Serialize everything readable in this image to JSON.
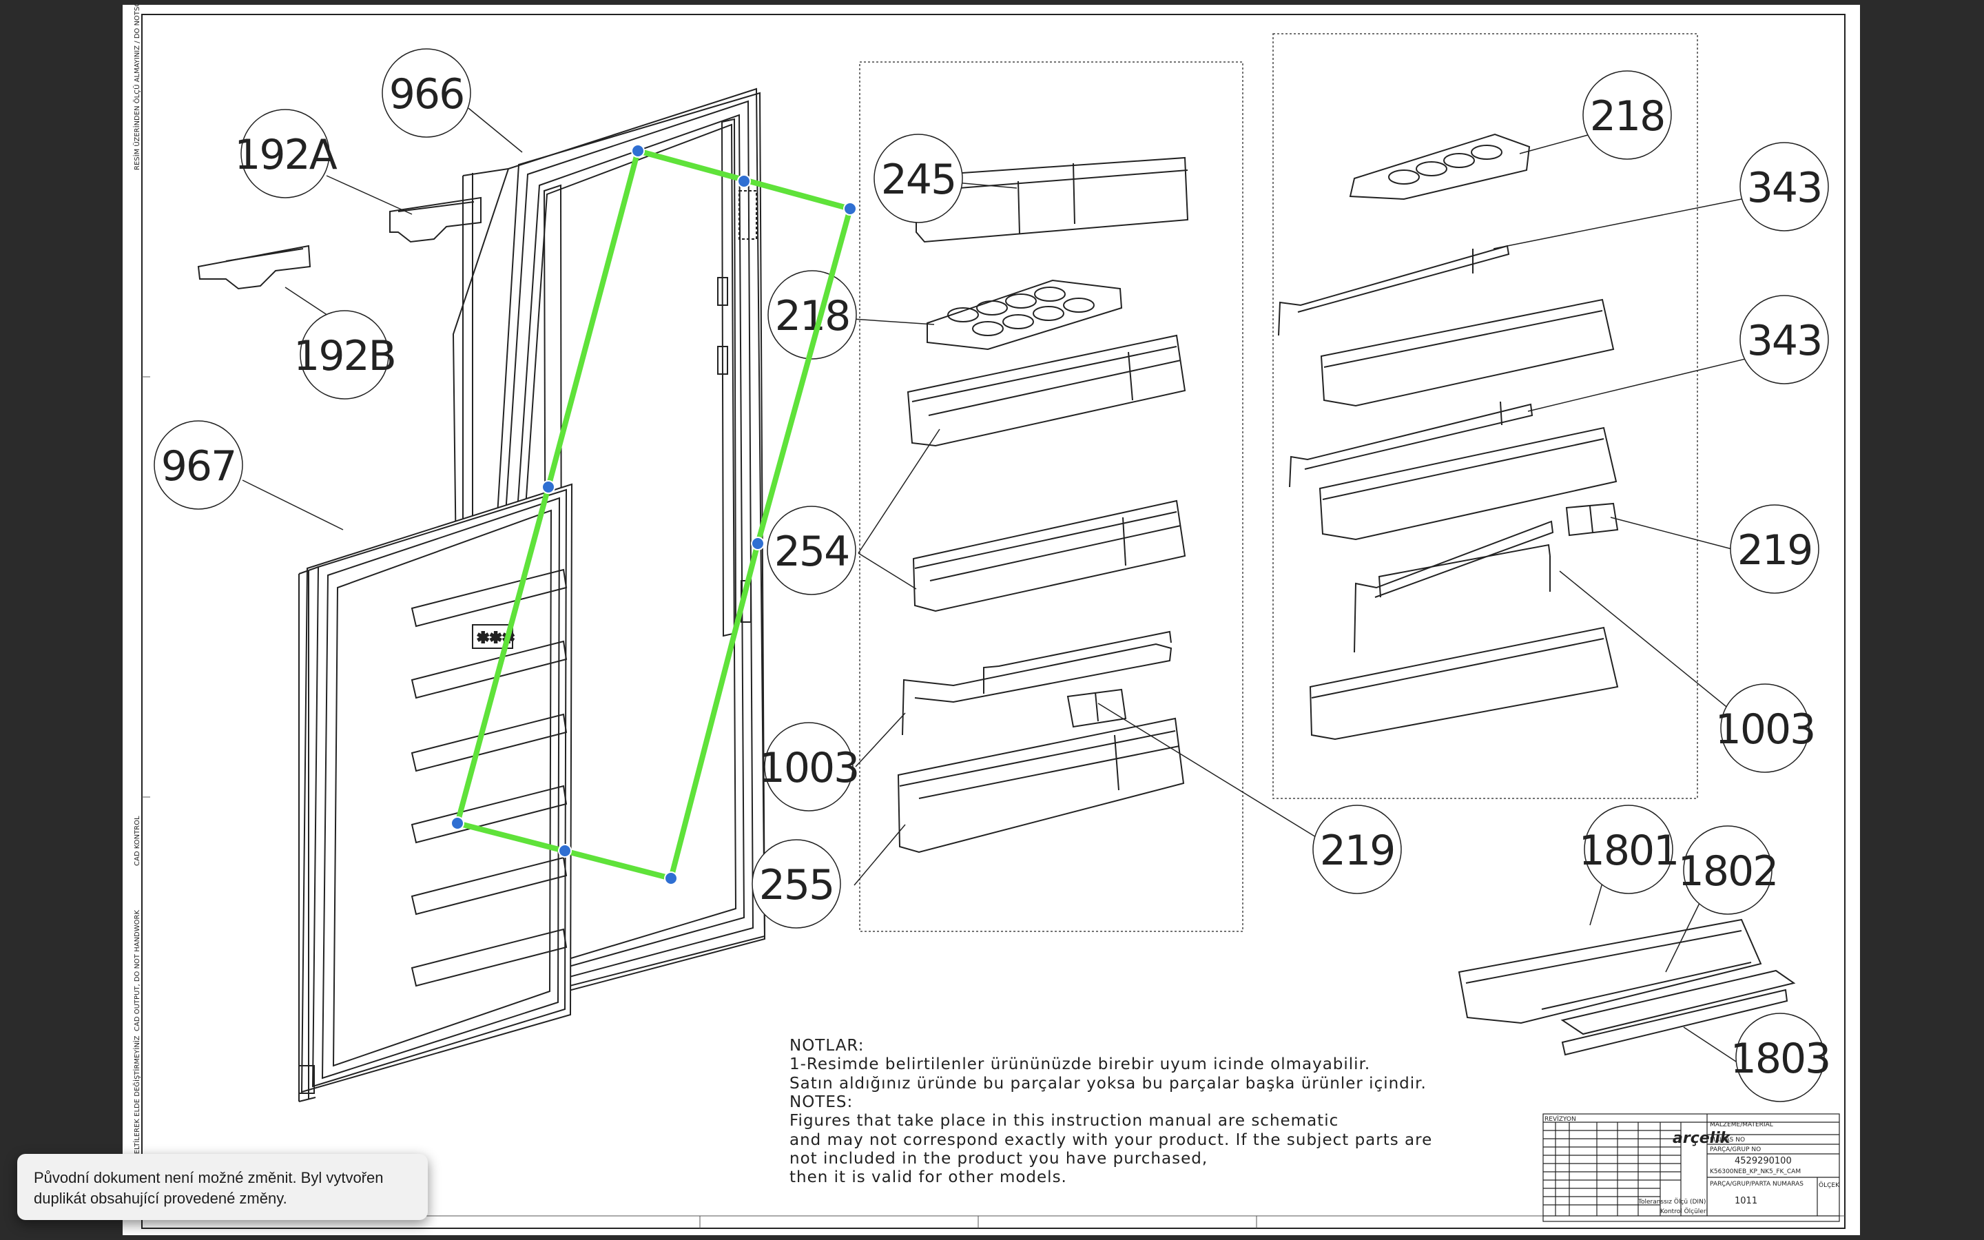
{
  "drawing": {
    "callouts": [
      {
        "id": "c966",
        "text": "966"
      },
      {
        "id": "c192a",
        "text": "192A"
      },
      {
        "id": "c192b",
        "text": "192B"
      },
      {
        "id": "c967",
        "text": "967"
      },
      {
        "id": "c245",
        "text": "245"
      },
      {
        "id": "c218a",
        "text": "218"
      },
      {
        "id": "c254",
        "text": "254"
      },
      {
        "id": "c1003a",
        "text": "1003"
      },
      {
        "id": "c255",
        "text": "255"
      },
      {
        "id": "c219a",
        "text": "219"
      },
      {
        "id": "c218b",
        "text": "218"
      },
      {
        "id": "c343a",
        "text": "343"
      },
      {
        "id": "c343b",
        "text": "343"
      },
      {
        "id": "c219b",
        "text": "219"
      },
      {
        "id": "c1003b",
        "text": "1003"
      },
      {
        "id": "c1801",
        "text": "1801"
      },
      {
        "id": "c1802",
        "text": "1802"
      },
      {
        "id": "c1803",
        "text": "1803"
      }
    ],
    "notes": [
      "NOTLAR:",
      "1-Resimde belirtilenler ürününüzde birebir  uyum icinde olmayabilir.",
      "Satın aldığınız üründe bu parçalar yoksa bu parçalar başka ürünler içindir.",
      "NOTES:",
      "Figures that take place in this instruction manual are schematic",
      " and may not correspond exactly with your product. If the subject parts are",
      "not included in the product you have purchased,",
      "then it is valid for other models."
    ],
    "edge_texts": {
      "top": "RESİM ÜZERİNDEN ÖLÇÜ ALMAYINIZ / DO NOTSCALE",
      "middle": "CAD KONTROL",
      "lower": "CAD OUTPUT, DO NOT HANDWORK",
      "bottom": "DÜZELTİLEREK ELDE DEĞİŞTİRMEYİNİZ"
    },
    "title_block": {
      "brand": "arçelik",
      "material_label": "MALZEME/MATERIAL",
      "mass_label": "MALTAS NO",
      "part_group_label": "PARÇA/GRUP NO",
      "part_number": "4529290100",
      "model": "K56300NEB_KP_NK5_FK_CAM",
      "part_name_label": "PARÇA/GRUP/PARTA NUMARAS",
      "sheet_code": "1011",
      "tolerance_label": "Toleranssız Ölçü (DIN)",
      "control_label": "Kontrol Ölçüleri",
      "rev_label": "REVİZYON",
      "scale_label": "ÖLÇEK"
    },
    "colors": {
      "selection": "#5fe23a",
      "handle": "#2f6fd2",
      "line": "#222222"
    }
  },
  "toast": {
    "line1": "Původní dokument není možné změnit. Byl vytvořen",
    "line2": "duplikát obsahující provedené změny."
  }
}
